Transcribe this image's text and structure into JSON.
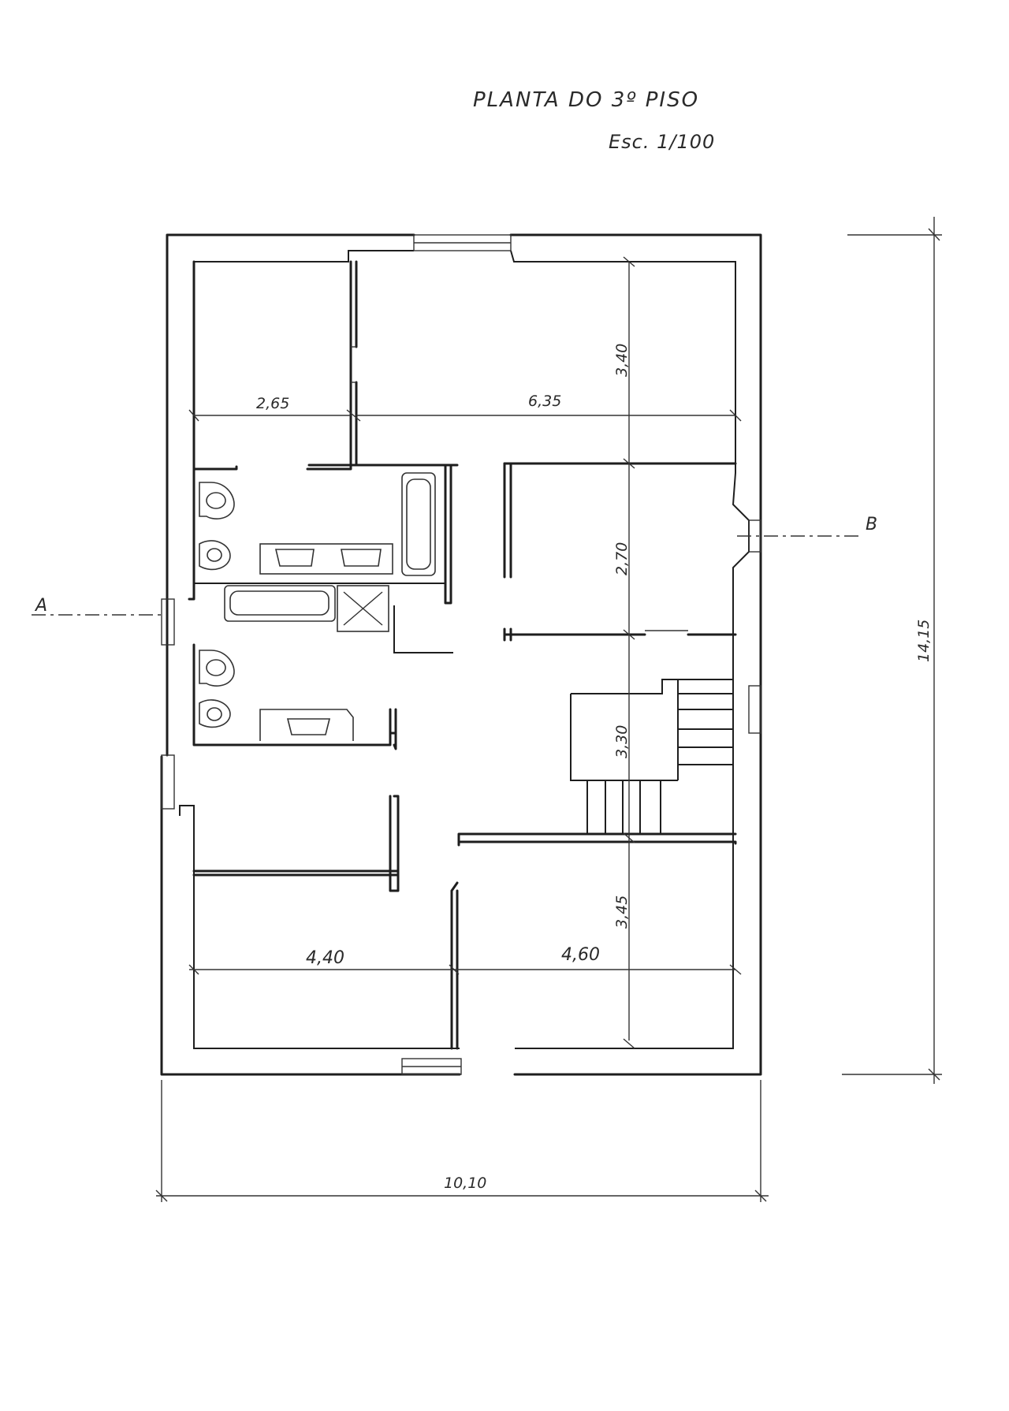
{
  "title": "PLANTA DO 3º PISO",
  "scale": "Esc. 1/100",
  "section_markers": {
    "a": "A",
    "b": "B"
  },
  "dimensions": {
    "room_top_left_width": "2,65",
    "room_top_right_width": "6,35",
    "room_top_right_depth": "3,40",
    "room_right_mid_depth": "2,70",
    "stair_depth": "3,30",
    "room_bottom_right_depth": "3,45",
    "room_bottom_left_width": "4,40",
    "room_bottom_right_width": "4,60",
    "total_depth": "14,15",
    "total_width": "10,10"
  },
  "colors": {
    "ink": "#1e1e1e",
    "paper": "#ffffff"
  }
}
